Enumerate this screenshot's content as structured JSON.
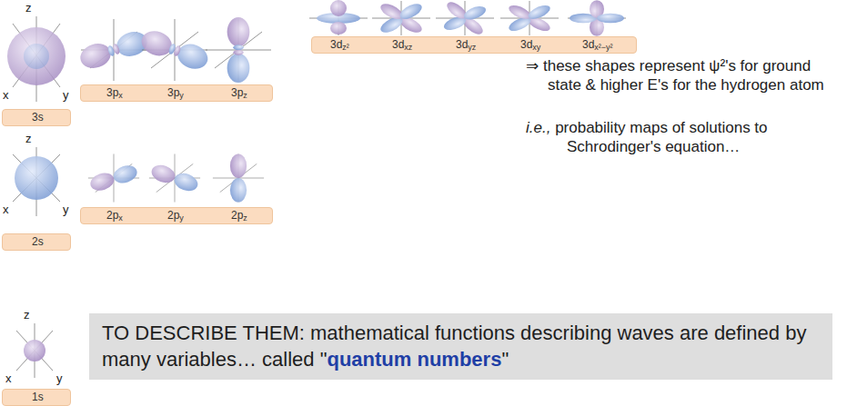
{
  "diagram": {
    "nodes": [
      {
        "text": [
          "3s"
        ]
      },
      {
        "text": [
          "3px",
          "3py",
          "3pz"
        ]
      },
      {
        "text": [
          "3dz²",
          "3dxz",
          "3dyz",
          "3dxy",
          "3dx²−y²"
        ]
      },
      {
        "text": [
          "2s"
        ]
      },
      {
        "text": [
          "2px",
          "2py",
          "2pz"
        ]
      },
      {
        "text": [
          "1s"
        ]
      },
      {
        "text": [
          "TO DESCRIBE THEM: mathematical functions describing waves are defined by many variables… called \"quantum numbers\""
        ]
      }
    ],
    "labels": [
      "z",
      "x",
      "y",
      "z",
      "x",
      "y",
      "z",
      "x",
      "y",
      "⇒ these shapes represent ψ²'s for ground state & higher E's for the hydrogen atom",
      "i.e., probability maps of solutions to Schrodinger's equation…"
    ]
  }
}
